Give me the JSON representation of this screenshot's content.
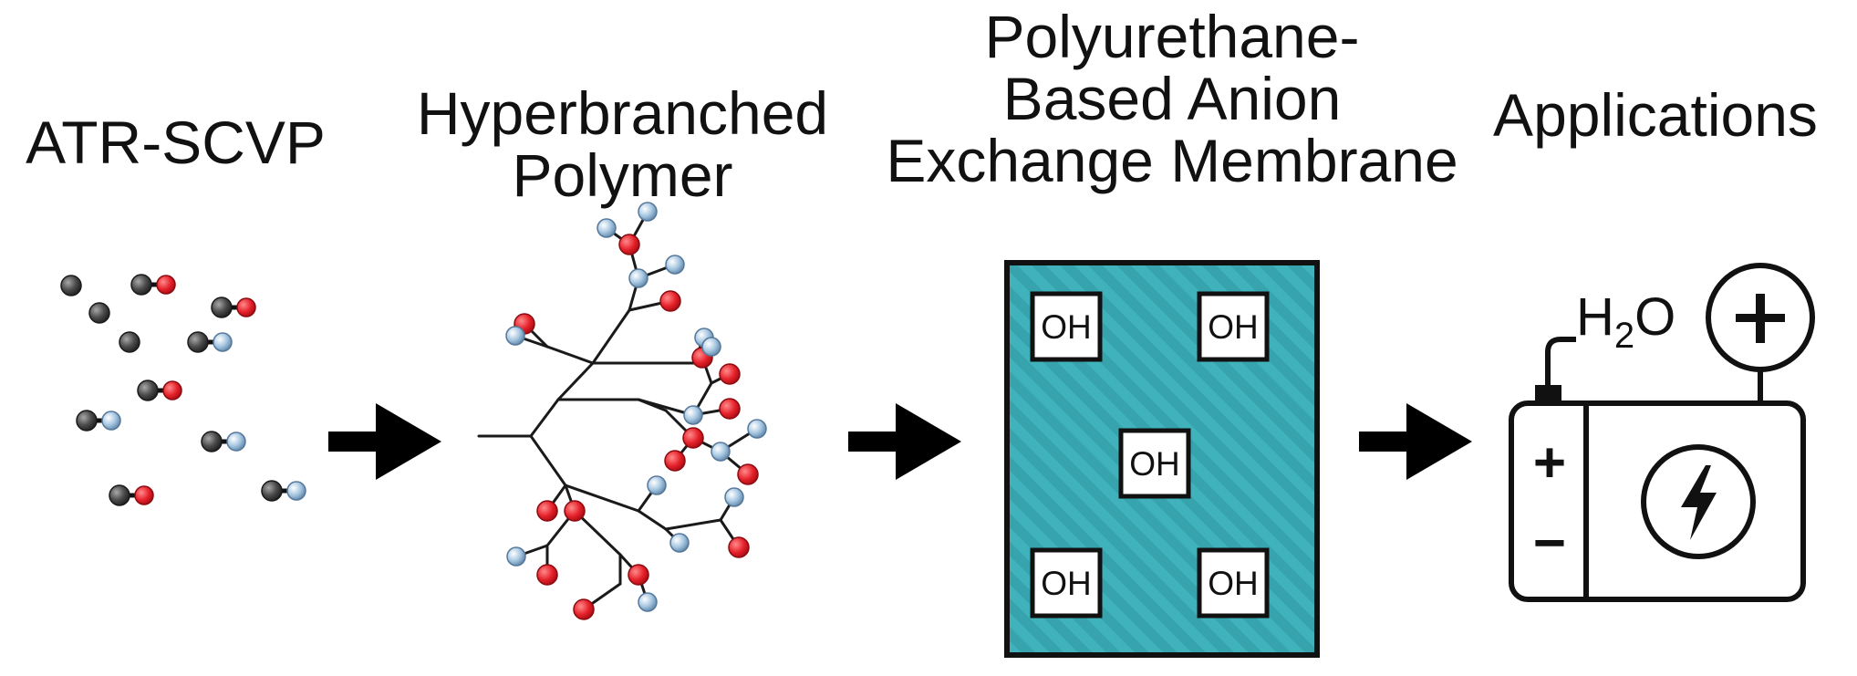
{
  "stages": [
    {
      "title_lines": [
        "ATR-SCVP"
      ]
    },
    {
      "title_lines": [
        "Hyperbranched",
        "Polymer"
      ]
    },
    {
      "title_lines": [
        "Polyurethane-",
        "Based Anion",
        "Exchange Membrane"
      ]
    },
    {
      "title_lines": [
        "Applications"
      ]
    }
  ],
  "membrane": {
    "group_label": "OH",
    "fill_color": "#3fb2bc"
  },
  "application": {
    "water_label_main": "H",
    "water_label_sub": "2",
    "water_label_end": "O",
    "plus_symbol": "+",
    "minus_symbol": "−"
  },
  "colors": {
    "red_sphere": "#e5202a",
    "blue_sphere": "#a8c8e2",
    "gray_sphere": "#4c4c4c"
  },
  "icons": [
    "arrow-right-icon",
    "lightning-bolt-icon",
    "battery-icon",
    "plus-circle-icon"
  ]
}
